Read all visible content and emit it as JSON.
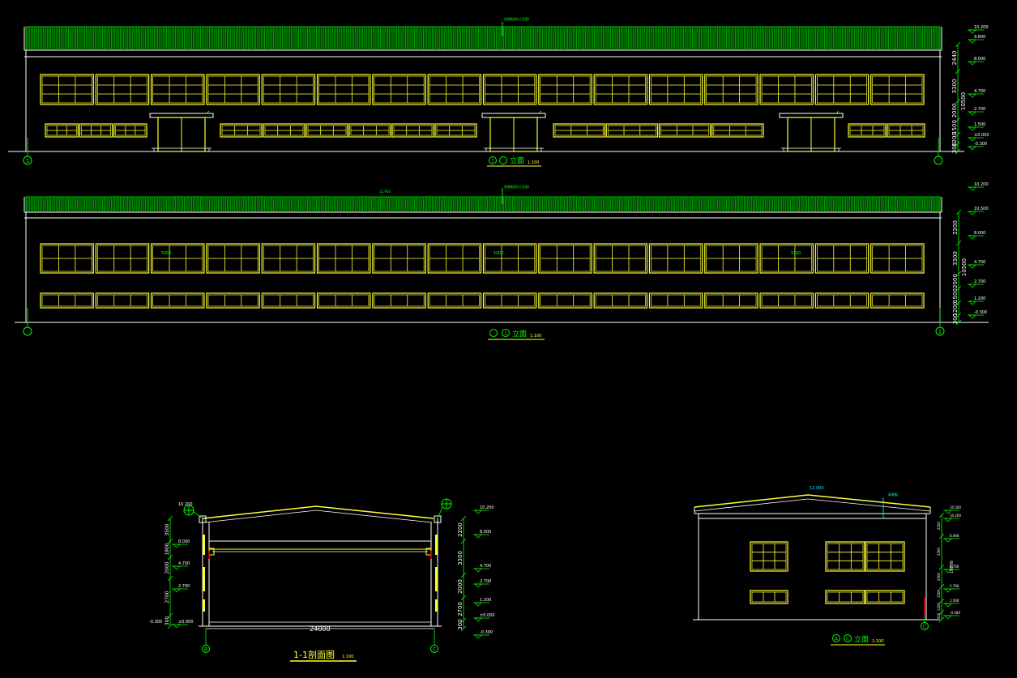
{
  "colors": {
    "background": "#000000",
    "line": "#ffffff",
    "window": "#ffff33",
    "roof": "#00c800",
    "axis": "#00ff00",
    "dim": "#ffffff",
    "cyan": "#00ffff",
    "red": "#ff0000"
  },
  "front_elevation": {
    "title": "立面",
    "axis_left": "1",
    "axis_right": "",
    "axis_title_a": "1",
    "axis_title_b": "",
    "scale": "1:100",
    "roof_note": "彩钢板檐口(见图)",
    "levels": [
      "10.200",
      "9.800",
      "8.000",
      "4.700",
      "2.700",
      "1.500",
      "±0.000",
      "-0.300"
    ],
    "dims": [
      "2440",
      "3300",
      "2000",
      "1500",
      "1200",
      "300"
    ],
    "total_dim": "10500",
    "upper_window_count": 16,
    "doors": 3
  },
  "rear_elevation": {
    "title": "立面",
    "axis_left": "",
    "axis_right": "1",
    "axis_title_a": "",
    "axis_title_b": "1",
    "scale": "1:100",
    "roof_note": "彩钢板檐口(见图)",
    "roof_level": "12.950",
    "upper_window_labels": [
      "3300",
      "3300",
      "3300"
    ],
    "levels": [
      "10.200",
      "10.500",
      "8.000",
      "4.700",
      "2.700",
      "1.200",
      "-0.300"
    ],
    "dims": [
      "2200",
      "3300",
      "2000",
      "1500",
      "1200",
      "300"
    ],
    "total_dim": "10500",
    "upper_window_count": 16,
    "lower_window_count": 16
  },
  "section": {
    "title": "1-1剖面图",
    "scale": "1:100",
    "span": "24000",
    "axis_left": "B",
    "axis_right": "C",
    "top_level_left": "10.200",
    "left_levels": [
      "8.000",
      "4.700",
      "2.700",
      "±0.000"
    ],
    "left_level_ground": "-0.300",
    "left_dims": [
      "3500",
      "1900",
      "2000",
      "2700",
      "300"
    ],
    "right_levels": [
      "10.200",
      "8.000",
      "4.700",
      "2.700",
      "1.200",
      "±0.000",
      "-0.300"
    ],
    "right_dims": [
      "2200",
      "3300",
      "2000",
      "2700",
      "300"
    ]
  },
  "side_elevation": {
    "title": "立面",
    "axis_a": "A",
    "axis_c": "C",
    "scale": "1:100",
    "ridge_level": "12.000",
    "roof_note": "彩钢板",
    "levels": [
      "10.500",
      "10.200",
      "8.000",
      "4.700",
      "2.700",
      "1.500",
      "-0.300"
    ],
    "dims": [
      "2200",
      "3300",
      "2000",
      "1500",
      "1200",
      "300"
    ],
    "total_dim": "10500"
  }
}
